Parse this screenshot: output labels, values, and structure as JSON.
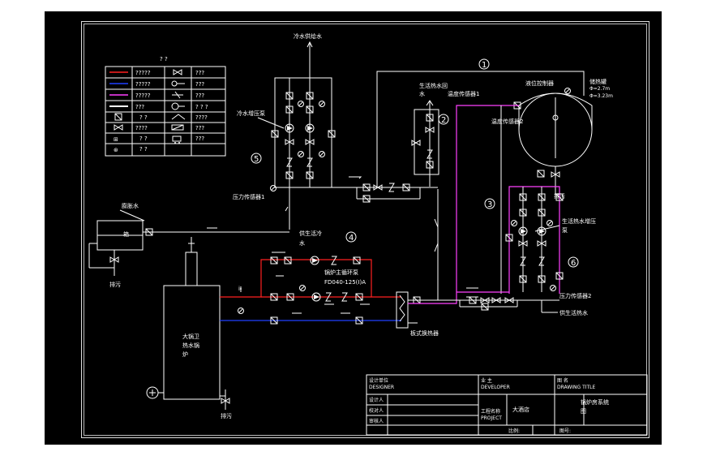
{
  "colors": {
    "background": "#000000",
    "page": "#ffffff",
    "line": "#ffffff",
    "hot_supply": "#ff2020",
    "return": "#2040ff",
    "domestic": "#ff40ff"
  },
  "legend": {
    "title": "? ?",
    "rows": [
      {
        "sample": "red",
        "text": "?????",
        "sym": "valve-x-icon",
        "text2": "???"
      },
      {
        "sample": "blue",
        "text": "?????",
        "sym": "pump-arrow-icon",
        "text2": "???"
      },
      {
        "sample": "magenta",
        "text": "?????",
        "sym": "check-valve-icon",
        "text2": "???"
      },
      {
        "sample": "white",
        "text": "???",
        "sym": "gauge-icon",
        "text2": "? ? ?"
      },
      {
        "sample": "valve",
        "text": "? ?",
        "sym": "filter-icon",
        "text2": "????"
      },
      {
        "sample": "pump",
        "text": "????",
        "sym": "meter-icon",
        "text2": "???"
      },
      {
        "sample": "cross",
        "text": "? ?",
        "sym": "motor-icon",
        "text2": "???"
      },
      {
        "sample": "sensor",
        "text": "? ?",
        "sym": "",
        "text2": ""
      }
    ]
  },
  "labels": {
    "cold_water_supply": "冷水供给水",
    "cold_water_pump": "冷水增压泵",
    "pressure_tank_1": "压力传感器1",
    "expansion_tank": "膨胀水",
    "expansion_tank_2": "箱",
    "drain_left": "排污",
    "domestic_return": "生活热水回",
    "domestic_return_2": "水",
    "temp_sensor_1": "温度传感器1",
    "liquid_level": "液位控制器",
    "temp_sensor_2": "温度传感器2",
    "storage_tank": "储热罐",
    "tank_spec_1": "Φ=2.7m",
    "tank_spec_2": "Φ=3.23m",
    "drain_tank": "排污",
    "supply_cold": "供生活冷",
    "supply_cold_2": "水",
    "boiler_pump": "锅炉主循环泵",
    "pump_model": "FD040-125(I)A",
    "domestic_pump": "生活热水增压",
    "domestic_pump_2": "泵",
    "pressure_sensor_2": "压力传感器2",
    "supply_hot": "供生活热水",
    "plate_hx": "板式换热器",
    "boiler": "大锅卫\n热水锅\n炉",
    "boiler_l1": "大锅卫",
    "boiler_l2": "热水锅",
    "boiler_l3": "炉",
    "drain_bottom": "排污",
    "circle_1": "1",
    "circle_2": "2",
    "circle_3": "3",
    "circle_4": "4",
    "circle_5": "5",
    "circle_6": "6"
  },
  "title_block": {
    "design_unit": "设计单位",
    "design_unit_en": "DESIGNER",
    "owner": "业 主",
    "owner_en": "DEVELOPER",
    "drawing_name": "图 名",
    "drawing_name_en": "DRAWING TITLE",
    "designer": "设计人",
    "checker": "校对人",
    "reviewer": "审核人",
    "project": "工程名称",
    "project_en": "PROJECT",
    "project_value": "大酒店",
    "title_value": "锅炉房系统",
    "title_value_2": "图",
    "scale": "比例:",
    "drawing_no": "图号:"
  }
}
